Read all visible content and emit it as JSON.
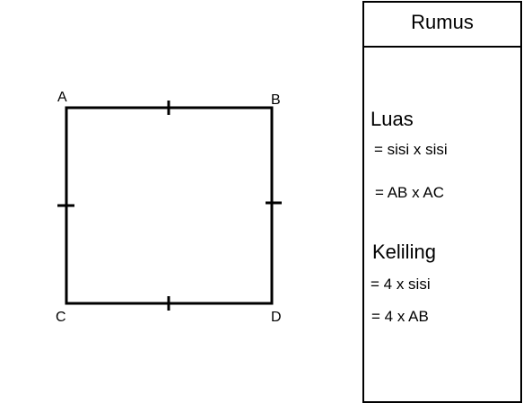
{
  "diagram": {
    "vertices": {
      "a": "A",
      "b": "B",
      "c": "C",
      "d": "D"
    },
    "stroke_color": "#000000"
  },
  "formula_panel": {
    "title": "Rumus",
    "area": {
      "heading": "Luas",
      "formula_1": "= sisi x sisi",
      "formula_2": "=  AB x AC"
    },
    "perimeter": {
      "heading": "Keliling",
      "formula_1": "= 4 x sisi",
      "formula_2": "=  4 x AB"
    }
  }
}
